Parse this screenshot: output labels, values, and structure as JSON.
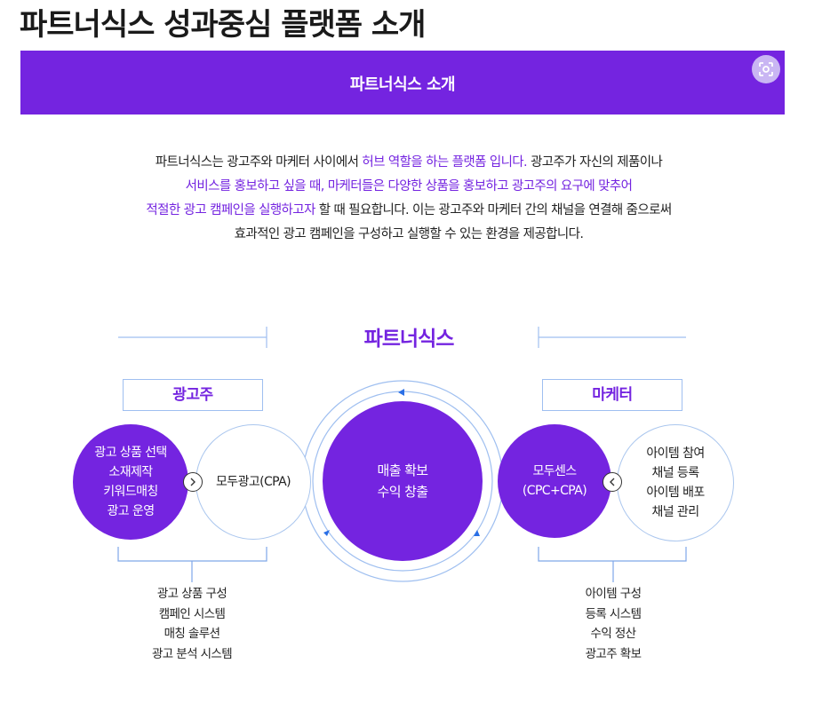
{
  "page_title": "파트너식스 성과중심 플랫폼 소개",
  "banner": {
    "title": "파트너식스 소개",
    "lens_icon": "lens-search-icon",
    "color": "#7424e0"
  },
  "intro": {
    "line1_pre": "파트너식스는 광고주와 마케터 사이에서 ",
    "line1_hl": "허브 역할을 하는 플랫폼 입니다.",
    "line1_post": " 광고주가 자신의 제품이나",
    "line2_hl": "서비스를 홍보하고 싶을 때, 마케터들은 다양한 상품을 홍보하고 광고주의 요구에 맞추어",
    "line3_hl": "적절한 광고 캠페인을 실행하고자",
    "line3_post": " 할 때 필요합니다. 이는 광고주와 마케터 간의 채널을 연결해 줌으로써",
    "line4": "효과적인 광고 캠페인을 구성하고 실행할 수 있는 환경을 제공합니다."
  },
  "diagram": {
    "brand": "파트너식스",
    "center": "매출 확보\n수익 창출",
    "advertiser": {
      "label": "광고주",
      "purple_circle": "광고 상품 선택\n소재제작\n키워드매칭\n광고 운영",
      "white_circle": "모두광고(CPA)",
      "list": [
        "광고 상품 구성",
        "캠페인 시스템",
        "매칭 솔루션",
        "광고 분석 시스템"
      ]
    },
    "marketer": {
      "label": "마케터",
      "purple_circle": "모두센스\n(CPC+CPA)",
      "white_circle": "아이템 참여\n채널 등록\n아이템 배포\n채널 관리",
      "list": [
        "아이템 구성",
        "등록 시스템",
        "수익 정산",
        "광고주 확보"
      ]
    }
  }
}
